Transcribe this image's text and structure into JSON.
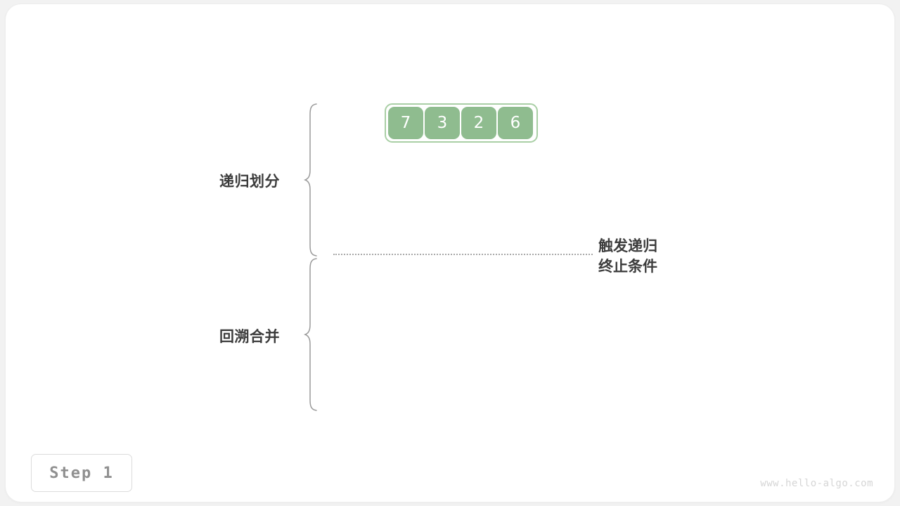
{
  "diagram": {
    "title": "merge-sort-step-1",
    "array": {
      "values": [
        "7",
        "3",
        "2",
        "6"
      ],
      "cell_color": "#8fbc8f",
      "border_color": "#a9cfa5",
      "text_color": "#ffffff"
    },
    "sections": [
      {
        "key": "divide",
        "label": "递归划分"
      },
      {
        "key": "merge",
        "label": "回溯合并"
      }
    ],
    "annotation": {
      "line1": "触发递归",
      "line2": "终止条件"
    },
    "divider": {
      "style": "dotted",
      "color": "#a8a8a8"
    },
    "brace_color": "#9a9a9a"
  },
  "footer": {
    "step_label": "Step 1",
    "watermark": "www.hello-algo.com"
  }
}
